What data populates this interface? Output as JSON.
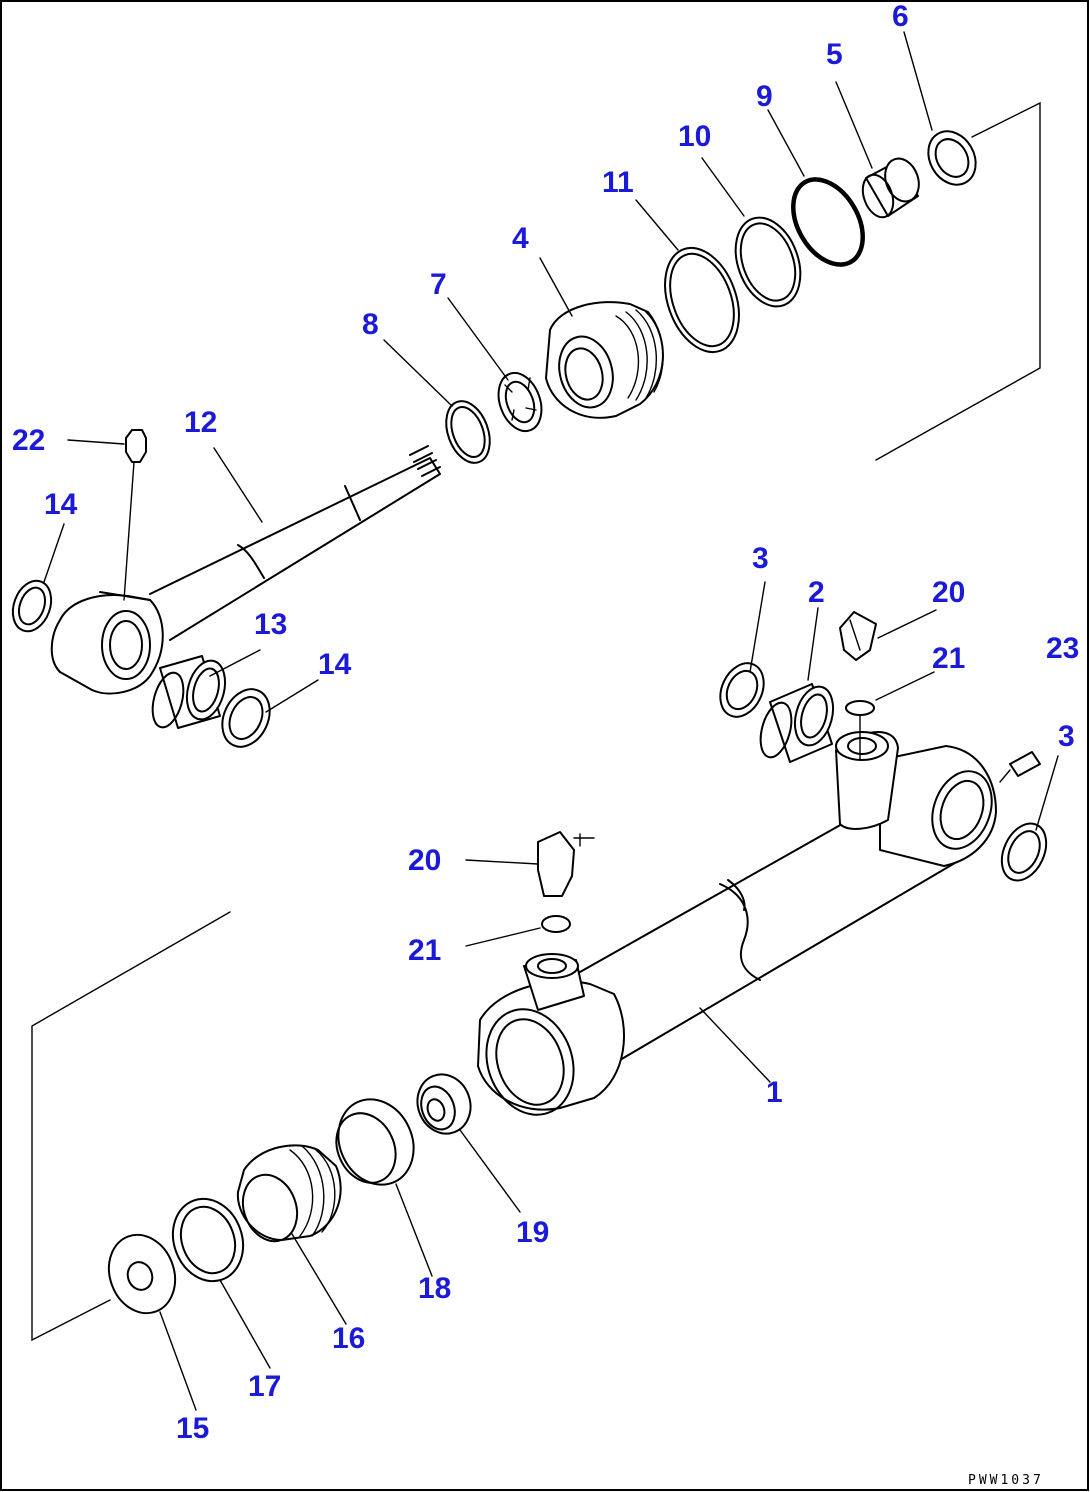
{
  "drawing_code": "PWW1037",
  "labels": {
    "p1": "1",
    "p2": "2",
    "p3a": "3",
    "p3b": "3",
    "p4": "4",
    "p5": "5",
    "p6": "6",
    "p7": "7",
    "p8": "8",
    "p9": "9",
    "p10": "10",
    "p11": "11",
    "p12": "12",
    "p13": "13",
    "p14a": "14",
    "p14b": "14",
    "p15": "15",
    "p16": "16",
    "p17": "17",
    "p18": "18",
    "p19": "19",
    "p20a": "20",
    "p20b": "20",
    "p21a": "21",
    "p21b": "21",
    "p22": "22",
    "p23": "23"
  },
  "colors": {
    "label": "#1a1ad8",
    "line": "#000000",
    "background": "#ffffff"
  }
}
